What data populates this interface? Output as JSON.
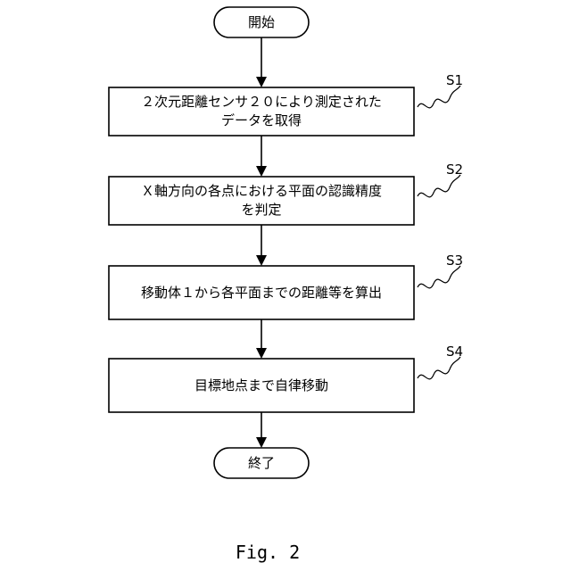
{
  "start": {
    "label": "開始"
  },
  "steps": [
    {
      "id": "S1",
      "lines": [
        "２次元距離センサ２０により測定された",
        "データを取得"
      ]
    },
    {
      "id": "S2",
      "lines": [
        "Ｘ軸方向の各点における平面の認識精度",
        "を判定"
      ]
    },
    {
      "id": "S3",
      "lines": [
        "移動体１から各平面までの距離等を算出"
      ]
    },
    {
      "id": "S4",
      "lines": [
        "目標地点まで自律移動"
      ]
    }
  ],
  "end": {
    "label": "終了"
  },
  "caption": "Fig. 2"
}
